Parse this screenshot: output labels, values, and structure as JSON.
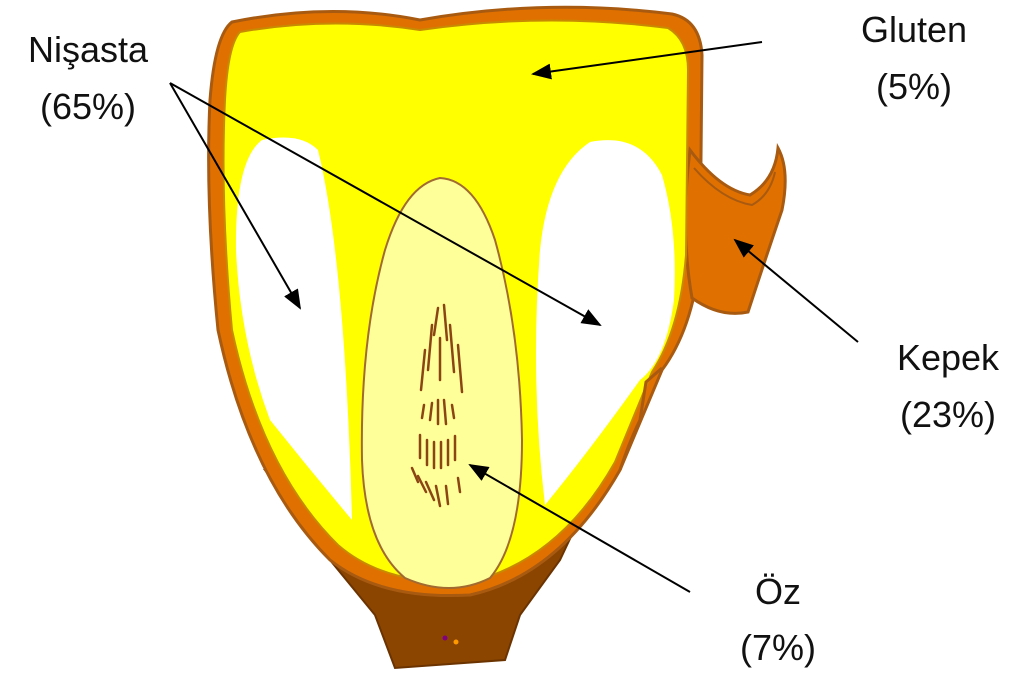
{
  "labels": {
    "starch": {
      "name": "Nişasta",
      "pct": "(65%)"
    },
    "gluten": {
      "name": "Gluten",
      "pct": "(5%)"
    },
    "bran": {
      "name": "Kepek",
      "pct": "(23%)"
    },
    "germ": {
      "name": "Öz",
      "pct": "(7%)"
    }
  },
  "colors": {
    "bran_outer": "#e07000",
    "bran_dark": "#8b4500",
    "bran_outline": "#a85a10",
    "endosperm": "#ffff00",
    "starch_pocket": "#ffffff",
    "germ": "#ffff99",
    "germ_outline": "#a06a30",
    "germ_marks": "#8b4513",
    "arrow": "#000000"
  }
}
